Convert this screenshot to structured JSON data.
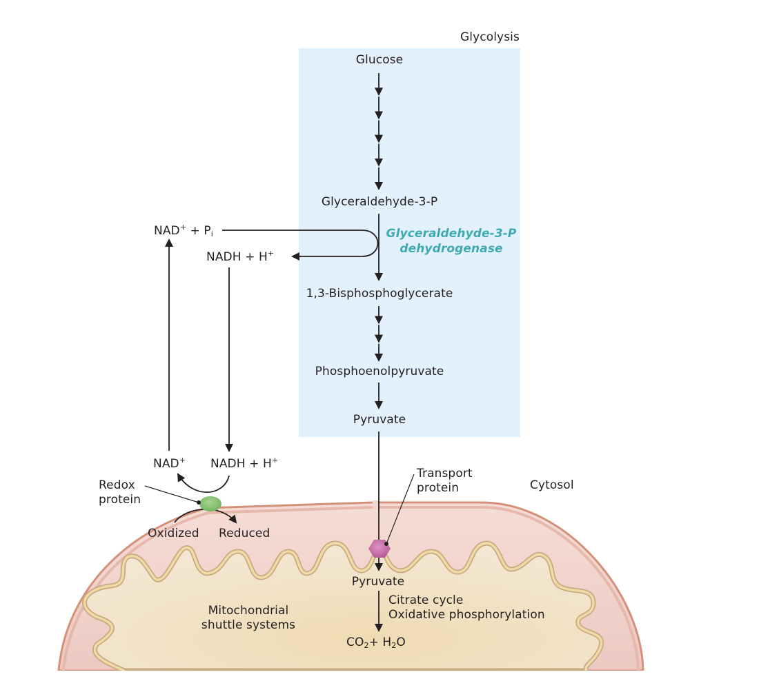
{
  "title": "Glycolysis",
  "region_labels": {
    "cytosol": "Cytosol",
    "mitochondrial_shuttle": [
      "Mitochondrial",
      "shuttle systems"
    ]
  },
  "pathway": {
    "glucose": "Glucose",
    "g3p": "Glyceraldehyde-3-P",
    "bpg": "1,3-Bisphosphoglycerate",
    "pep": "Phosphoenolpyruvate",
    "pyruvate": "Pyruvate",
    "pyruvate_mito": "Pyruvate",
    "end_products": {
      "co": "CO",
      "co_sub": "2",
      "plus": "+ H",
      "h_sub": "2",
      "o": "O"
    },
    "mito_process": [
      "Citrate cycle",
      "Oxidative phosphorylation"
    ],
    "steps_glucose_to_g3p": 5,
    "steps_bpg_to_pep": 3
  },
  "enzyme": [
    "Glyceraldehyde-3-P",
    "dehydrogenase"
  ],
  "cofactors": {
    "nad_pi": {
      "base": "NAD",
      "sup": "+",
      "mid": " + P",
      "sub": "i"
    },
    "nadh_h_top": {
      "base": "NADH + H",
      "sup": "+"
    },
    "nad_bottom": {
      "base": "NAD",
      "sup": "+"
    },
    "nadh_h_bottom": {
      "base": "NADH + H",
      "sup": "+"
    }
  },
  "proteins": {
    "redox": [
      "Redox",
      "protein"
    ],
    "transport": [
      "Transport",
      "protein"
    ]
  },
  "redox_states": {
    "oxidized": "Oxidized",
    "reduced": "Reduced"
  },
  "colors": {
    "glycolysis_box": "#e2f1fb",
    "enzyme_text": "#3fa9b0",
    "outer_membrane": "#d4917a",
    "intermembrane": "#f1d3cd",
    "matrix": "#f1e2c3",
    "cristae": "#efd9a8",
    "redox_protein": "#8cc47a",
    "transport_protein": "#c76fa8",
    "arrow": "#231f20"
  }
}
